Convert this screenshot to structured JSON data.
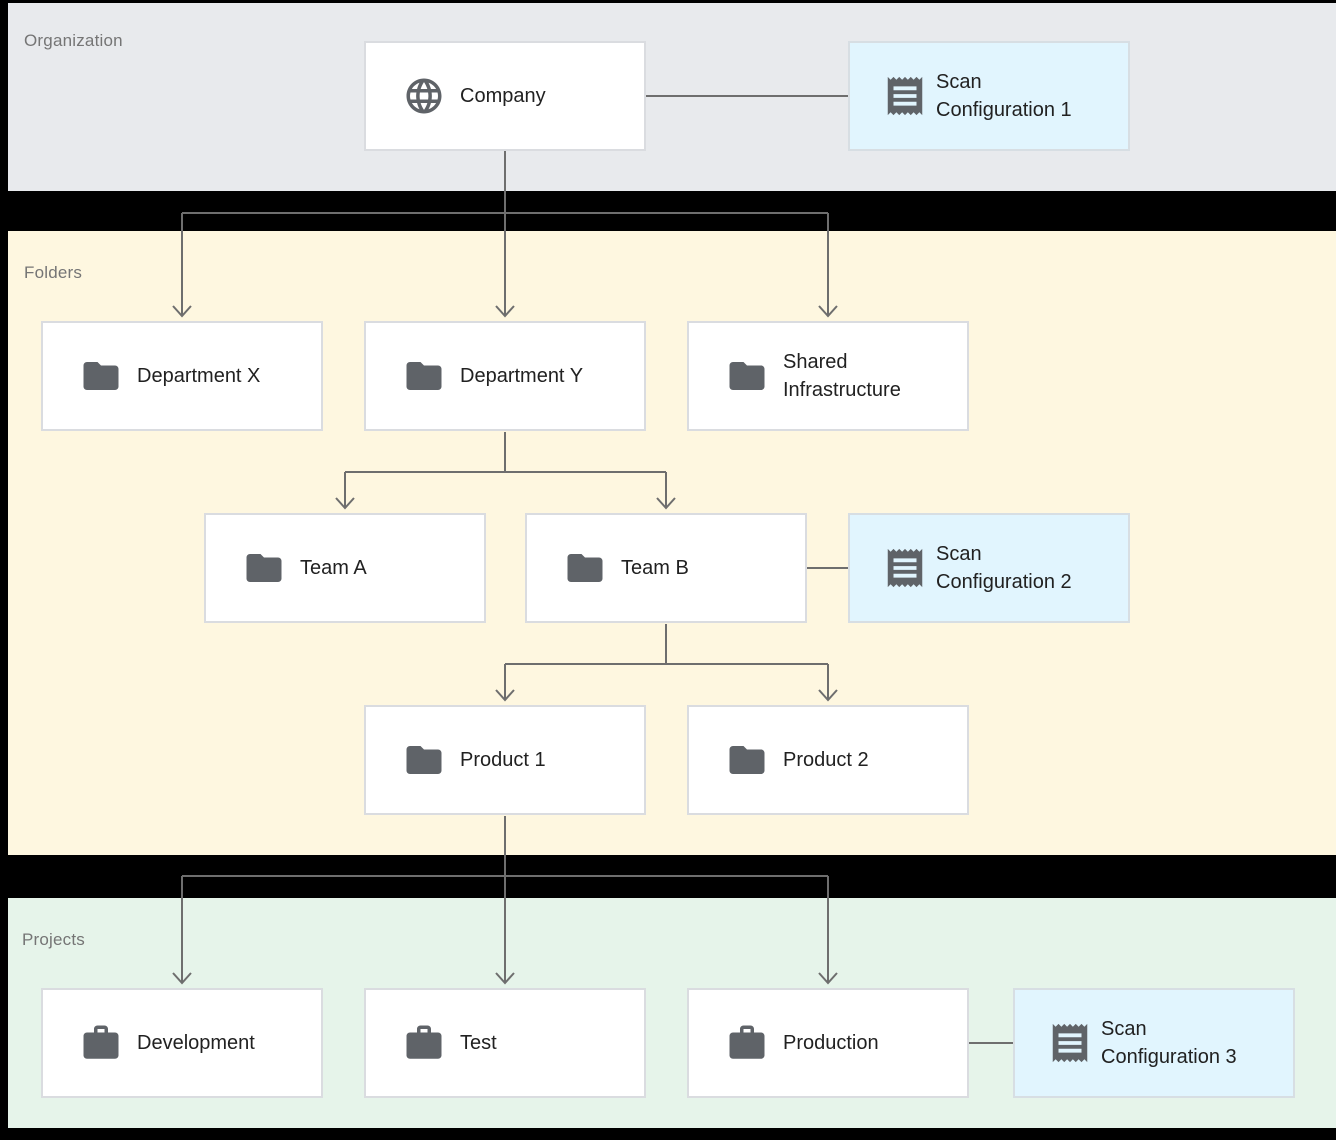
{
  "sections": {
    "organization": {
      "label": "Organization"
    },
    "folders": {
      "label": "Folders"
    },
    "projects": {
      "label": "Projects"
    }
  },
  "nodes": {
    "company": {
      "label": "Company",
      "icon": "globe-icon",
      "section": "organization"
    },
    "scan_configuration_1": {
      "label": "Scan Configuration 1",
      "icon": "receipt-icon",
      "section": "organization"
    },
    "department_x": {
      "label": "Department X",
      "icon": "folder-icon",
      "section": "folders"
    },
    "department_y": {
      "label": "Department Y",
      "icon": "folder-icon",
      "section": "folders"
    },
    "shared_infrastructure": {
      "label": "Shared Infrastructure",
      "icon": "folder-icon",
      "section": "folders"
    },
    "team_a": {
      "label": "Team A",
      "icon": "folder-icon",
      "section": "folders"
    },
    "team_b": {
      "label": "Team B",
      "icon": "folder-icon",
      "section": "folders"
    },
    "scan_configuration_2": {
      "label": "Scan Configuration 2",
      "icon": "receipt-icon",
      "section": "folders"
    },
    "product_1": {
      "label": "Product 1",
      "icon": "folder-icon",
      "section": "folders"
    },
    "product_2": {
      "label": "Product 2",
      "icon": "folder-icon",
      "section": "folders"
    },
    "development": {
      "label": "Development",
      "icon": "briefcase-icon",
      "section": "projects"
    },
    "test": {
      "label": "Test",
      "icon": "briefcase-icon",
      "section": "projects"
    },
    "production": {
      "label": "Production",
      "icon": "briefcase-icon",
      "section": "projects"
    },
    "scan_configuration_3": {
      "label": "Scan Configuration 3",
      "icon": "receipt-icon",
      "section": "projects"
    }
  },
  "edges": [
    {
      "from": "Company",
      "to": "Department X",
      "type": "arrow"
    },
    {
      "from": "Company",
      "to": "Department Y",
      "type": "arrow"
    },
    {
      "from": "Company",
      "to": "Shared Infrastructure",
      "type": "arrow"
    },
    {
      "from": "Company",
      "to": "Scan Configuration 1",
      "type": "plain-link"
    },
    {
      "from": "Department Y",
      "to": "Team A",
      "type": "arrow"
    },
    {
      "from": "Department Y",
      "to": "Team B",
      "type": "arrow"
    },
    {
      "from": "Team B",
      "to": "Scan Configuration 2",
      "type": "plain-link"
    },
    {
      "from": "Team B",
      "to": "Product 1",
      "type": "arrow"
    },
    {
      "from": "Team B",
      "to": "Product 2",
      "type": "arrow"
    },
    {
      "from": "Product 1",
      "to": "Development",
      "type": "arrow"
    },
    {
      "from": "Product 1",
      "to": "Test",
      "type": "arrow"
    },
    {
      "from": "Product 1",
      "to": "Production",
      "type": "arrow"
    },
    {
      "from": "Production",
      "to": "Scan Configuration 3",
      "type": "plain-link"
    }
  ],
  "colors": {
    "background": "#000000",
    "organization_band": "#e8eaed",
    "folders_band": "#fef7e0",
    "projects_band": "#e6f4ea",
    "node_fill": "#ffffff",
    "scan_config_fill": "#e1f5fe",
    "node_border": "#dadce0",
    "icon": "#5f6368",
    "node_text": "#212121",
    "section_label_text": "#757575",
    "connector": "#6e6e6e"
  }
}
